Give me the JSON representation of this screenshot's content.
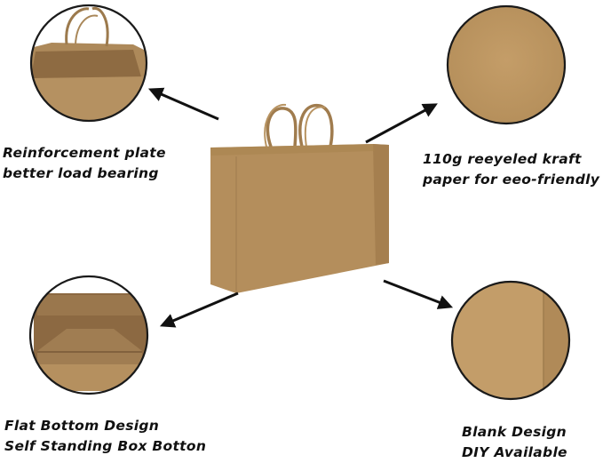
{
  "colors": {
    "kraft": "#b5915f",
    "kraft_dark": "#8f6c43",
    "kraft_light": "#c9a675",
    "outline": "#1a1a1a",
    "text": "#111111"
  },
  "callouts": [
    {
      "line1": "Reinforcement plate",
      "line2": "better load bearing"
    },
    {
      "line1": "110g reeyeled kraft",
      "line2": "paper for eeo-friendly"
    },
    {
      "line1": "Flat Bottom Design",
      "line2": "Self Standing Box Botton"
    },
    {
      "line1": "Blank Design",
      "line2": "DIY Available"
    }
  ]
}
